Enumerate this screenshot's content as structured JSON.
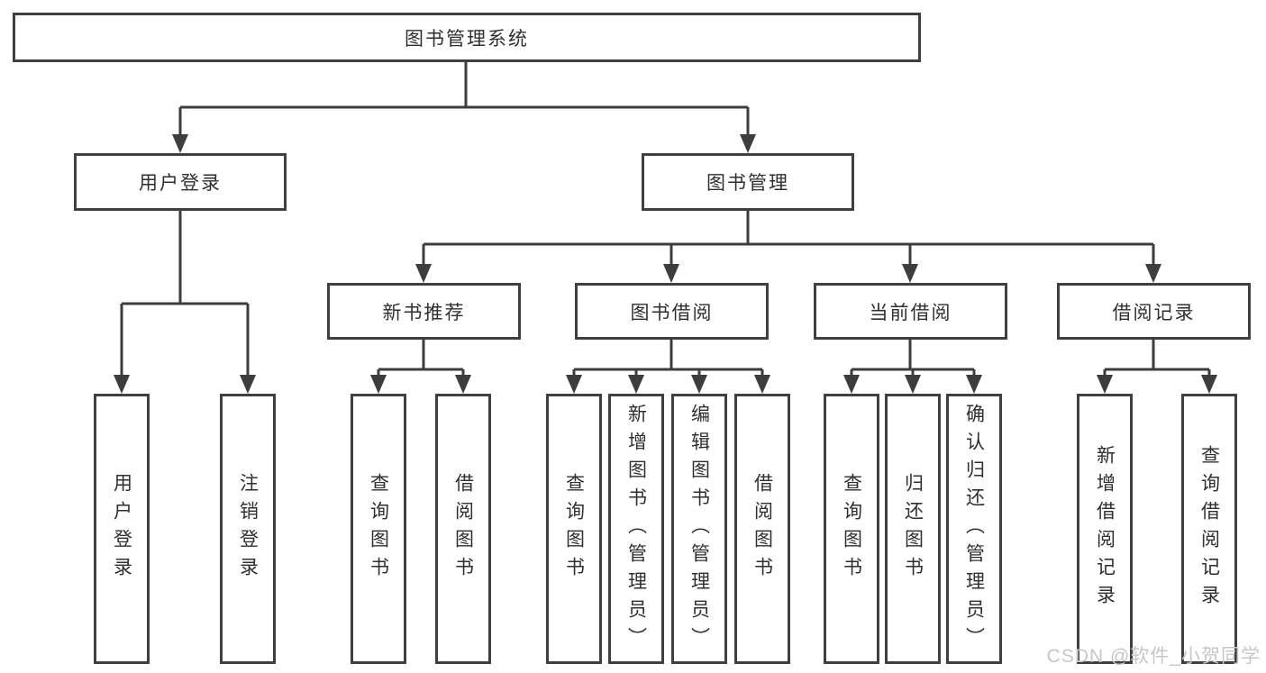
{
  "colors": {
    "line": "#3d3d3d",
    "box_border": "#3f3f3f",
    "text": "#2f2f2f",
    "watermark": "#c7c7c7",
    "background": "#ffffff"
  },
  "nodes": {
    "root": "图书管理系统",
    "userLogin": "用户登录",
    "bookMgmt": "图书管理",
    "newBookRec": "新书推荐",
    "bookBorrow": "图书借阅",
    "currentBorrow": "当前借阅",
    "borrowRecords": "借阅记录",
    "ulLogin": "用户登录",
    "ulLogout": "注销登录",
    "nbQuery": "查询图书",
    "nbBorrow": "借阅图书",
    "bbQuery": "查询图书",
    "bbAdd": "新增图书（管理员）",
    "bbEdit": "编辑图书（管理员）",
    "bbBorrow": "借阅图书",
    "cbQuery": "查询图书",
    "cbReturn": "归还图书",
    "cbConfirm": "确认归还（管理员）",
    "brAdd": "新增借阅记录",
    "brQuery": "查询借阅记录"
  },
  "watermark": "CSDN @软件_小贺同学"
}
